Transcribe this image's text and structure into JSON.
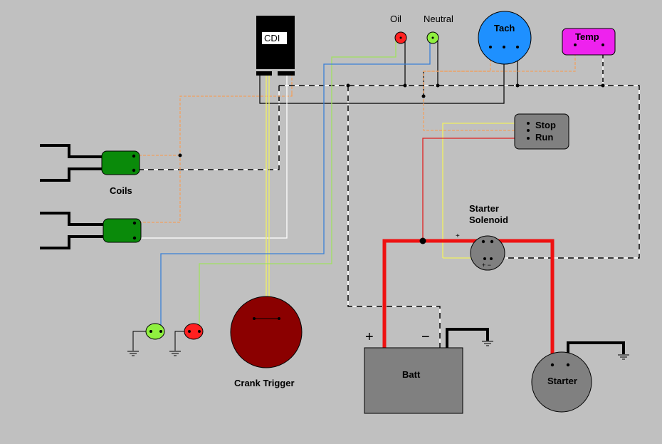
{
  "labels": {
    "cdi": "CDI",
    "oil": "Oil",
    "neutral": "Neutral",
    "tach": "Tach",
    "temp": "Temp",
    "stop": "Stop",
    "run": "Run",
    "coils": "Coils",
    "starter_solenoid_1": "Starter",
    "starter_solenoid_2": "Solenoid",
    "crank_trigger": "Crank Trigger",
    "batt": "Batt",
    "starter": "Starter",
    "batt_plus": "+",
    "batt_minus": "−",
    "sol_plus": "+",
    "sol_small": "+ −"
  },
  "colors": {
    "background": "#c0c0c0",
    "wire_orange": "#f0a060",
    "wire_black_dash": "#000000",
    "wire_white": "#ffffff",
    "wire_yellow": "#f0f060",
    "wire_blue": "#3a7fd5",
    "wire_red_thin": "#e02020",
    "wire_red_heavy": "#ee1111",
    "coil_green": "#0a8a0a",
    "oil_red": "#ff2020",
    "neutral_green": "#90f040",
    "tach_blue": "#1e90ff",
    "temp_magenta": "#ee22ee",
    "crank_darkred": "#8b0000",
    "module_grey": "#808080"
  }
}
